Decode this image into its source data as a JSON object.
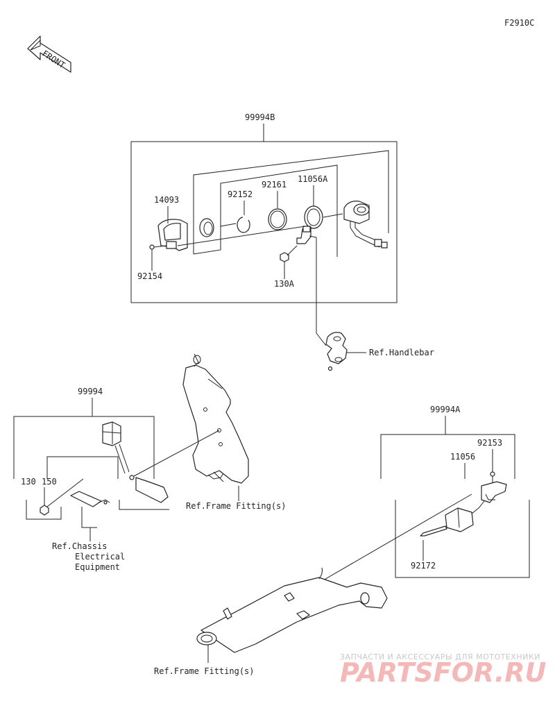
{
  "figure_code": "F2910C",
  "front_label": "FRONT",
  "kits": {
    "kit_b": {
      "code": "99994B"
    },
    "kit_main": {
      "code": "99994"
    },
    "kit_a": {
      "code": "99994A"
    }
  },
  "parts": {
    "p14093": "14093",
    "p92152": "92152",
    "p92161": "92161",
    "p11056A": "11056A",
    "p92154": "92154",
    "p130A": "130A",
    "p130": "130",
    "p150": "150",
    "p92153": "92153",
    "p11056": "11056",
    "p92172": "92172"
  },
  "references": {
    "handlebar": "Ref.Handlebar",
    "frame_fitting_upper": "Ref.Frame Fitting(s)",
    "frame_fitting_lower": "Ref.Frame Fitting(s)",
    "chassis_line1": "Ref.Chassis",
    "chassis_line2": "Electrical",
    "chassis_line3": "Equipment"
  },
  "watermark": {
    "tagline": "ЗАПЧАСТИ И АКСЕССУАРЫ ДЛЯ МОТОТЕХНИКИ",
    "brand": "PARTSFOR.RU"
  }
}
